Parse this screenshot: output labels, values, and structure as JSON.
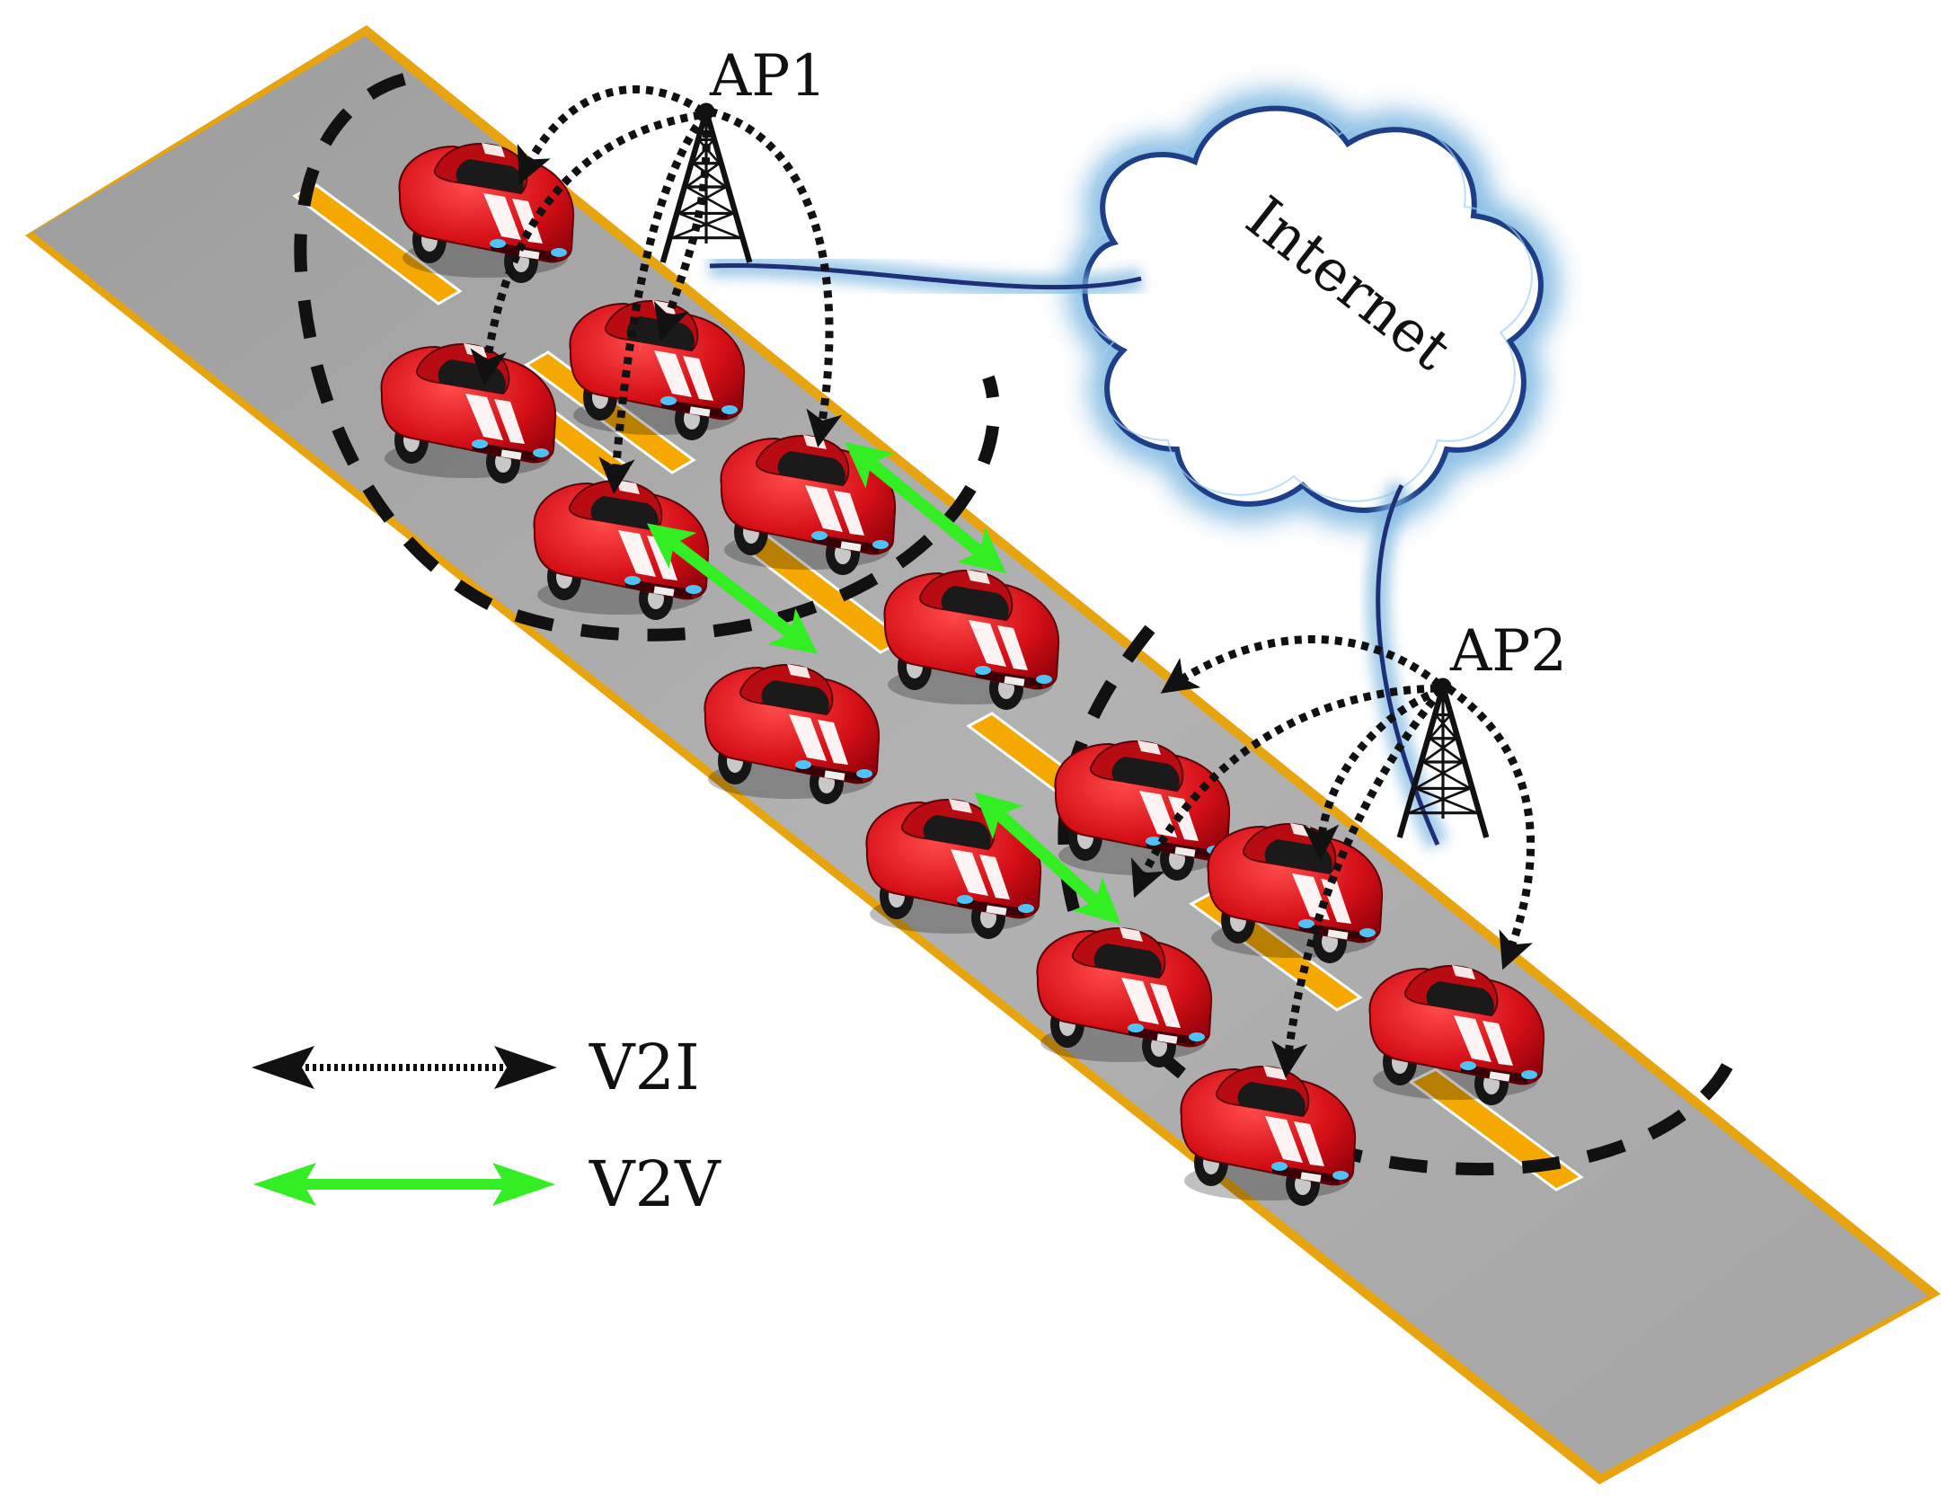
{
  "labels": {
    "ap1": "AP1",
    "ap2": "AP2",
    "internet": "Internet"
  },
  "legend": {
    "v2i": "V2I",
    "v2v": "V2V"
  },
  "colors": {
    "road": "#a9a9a9",
    "road_edge": "#f6b31b",
    "lane_marking": "#f5a800",
    "car_body": "#d51017",
    "v2v_arrow": "#33ee22",
    "v2i_arrow": "#111111",
    "cloud_glow": "#7ab6e0",
    "cable": "#1e2f78"
  },
  "icons": {
    "tower": "radio-tower-icon",
    "cloud": "cloud-icon",
    "car": "car-icon"
  }
}
